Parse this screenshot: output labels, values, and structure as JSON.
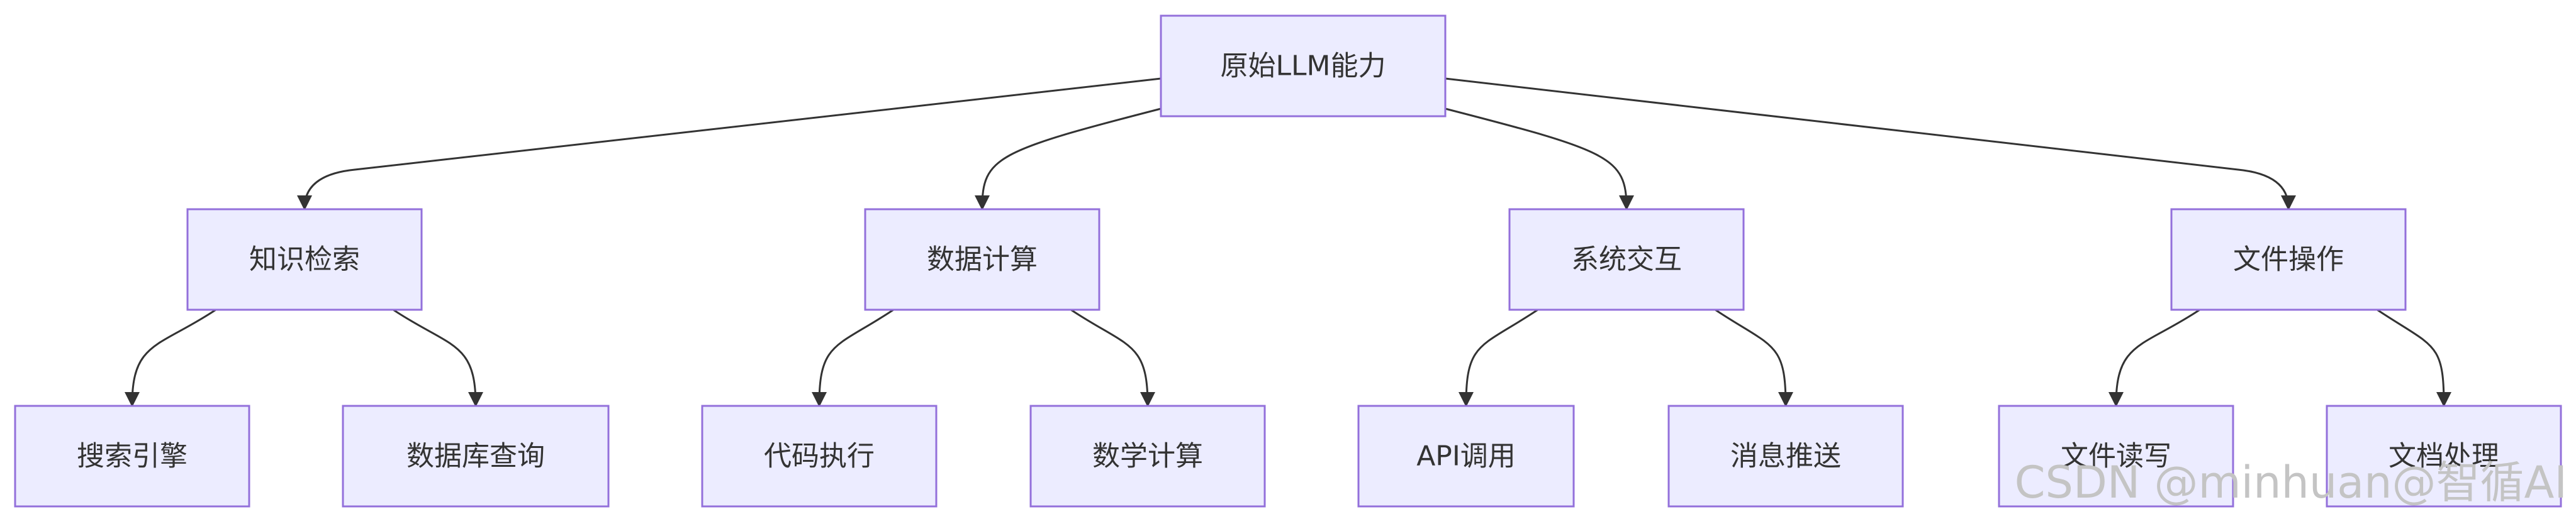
{
  "diagram": {
    "root": "原始LLM能力",
    "categories": [
      {
        "label": "知识检索",
        "children": [
          "搜索引擎",
          "数据库查询"
        ]
      },
      {
        "label": "数据计算",
        "children": [
          "代码执行",
          "数学计算"
        ]
      },
      {
        "label": "系统交互",
        "children": [
          "API调用",
          "消息推送"
        ]
      },
      {
        "label": "文件操作",
        "children": [
          "文件读写",
          "文档处理"
        ]
      }
    ]
  },
  "watermark": "CSDN @minhuan@智循AI",
  "colors": {
    "node_fill": "#ececff",
    "node_border": "#9370db",
    "edge": "#333333",
    "text": "#333333"
  }
}
